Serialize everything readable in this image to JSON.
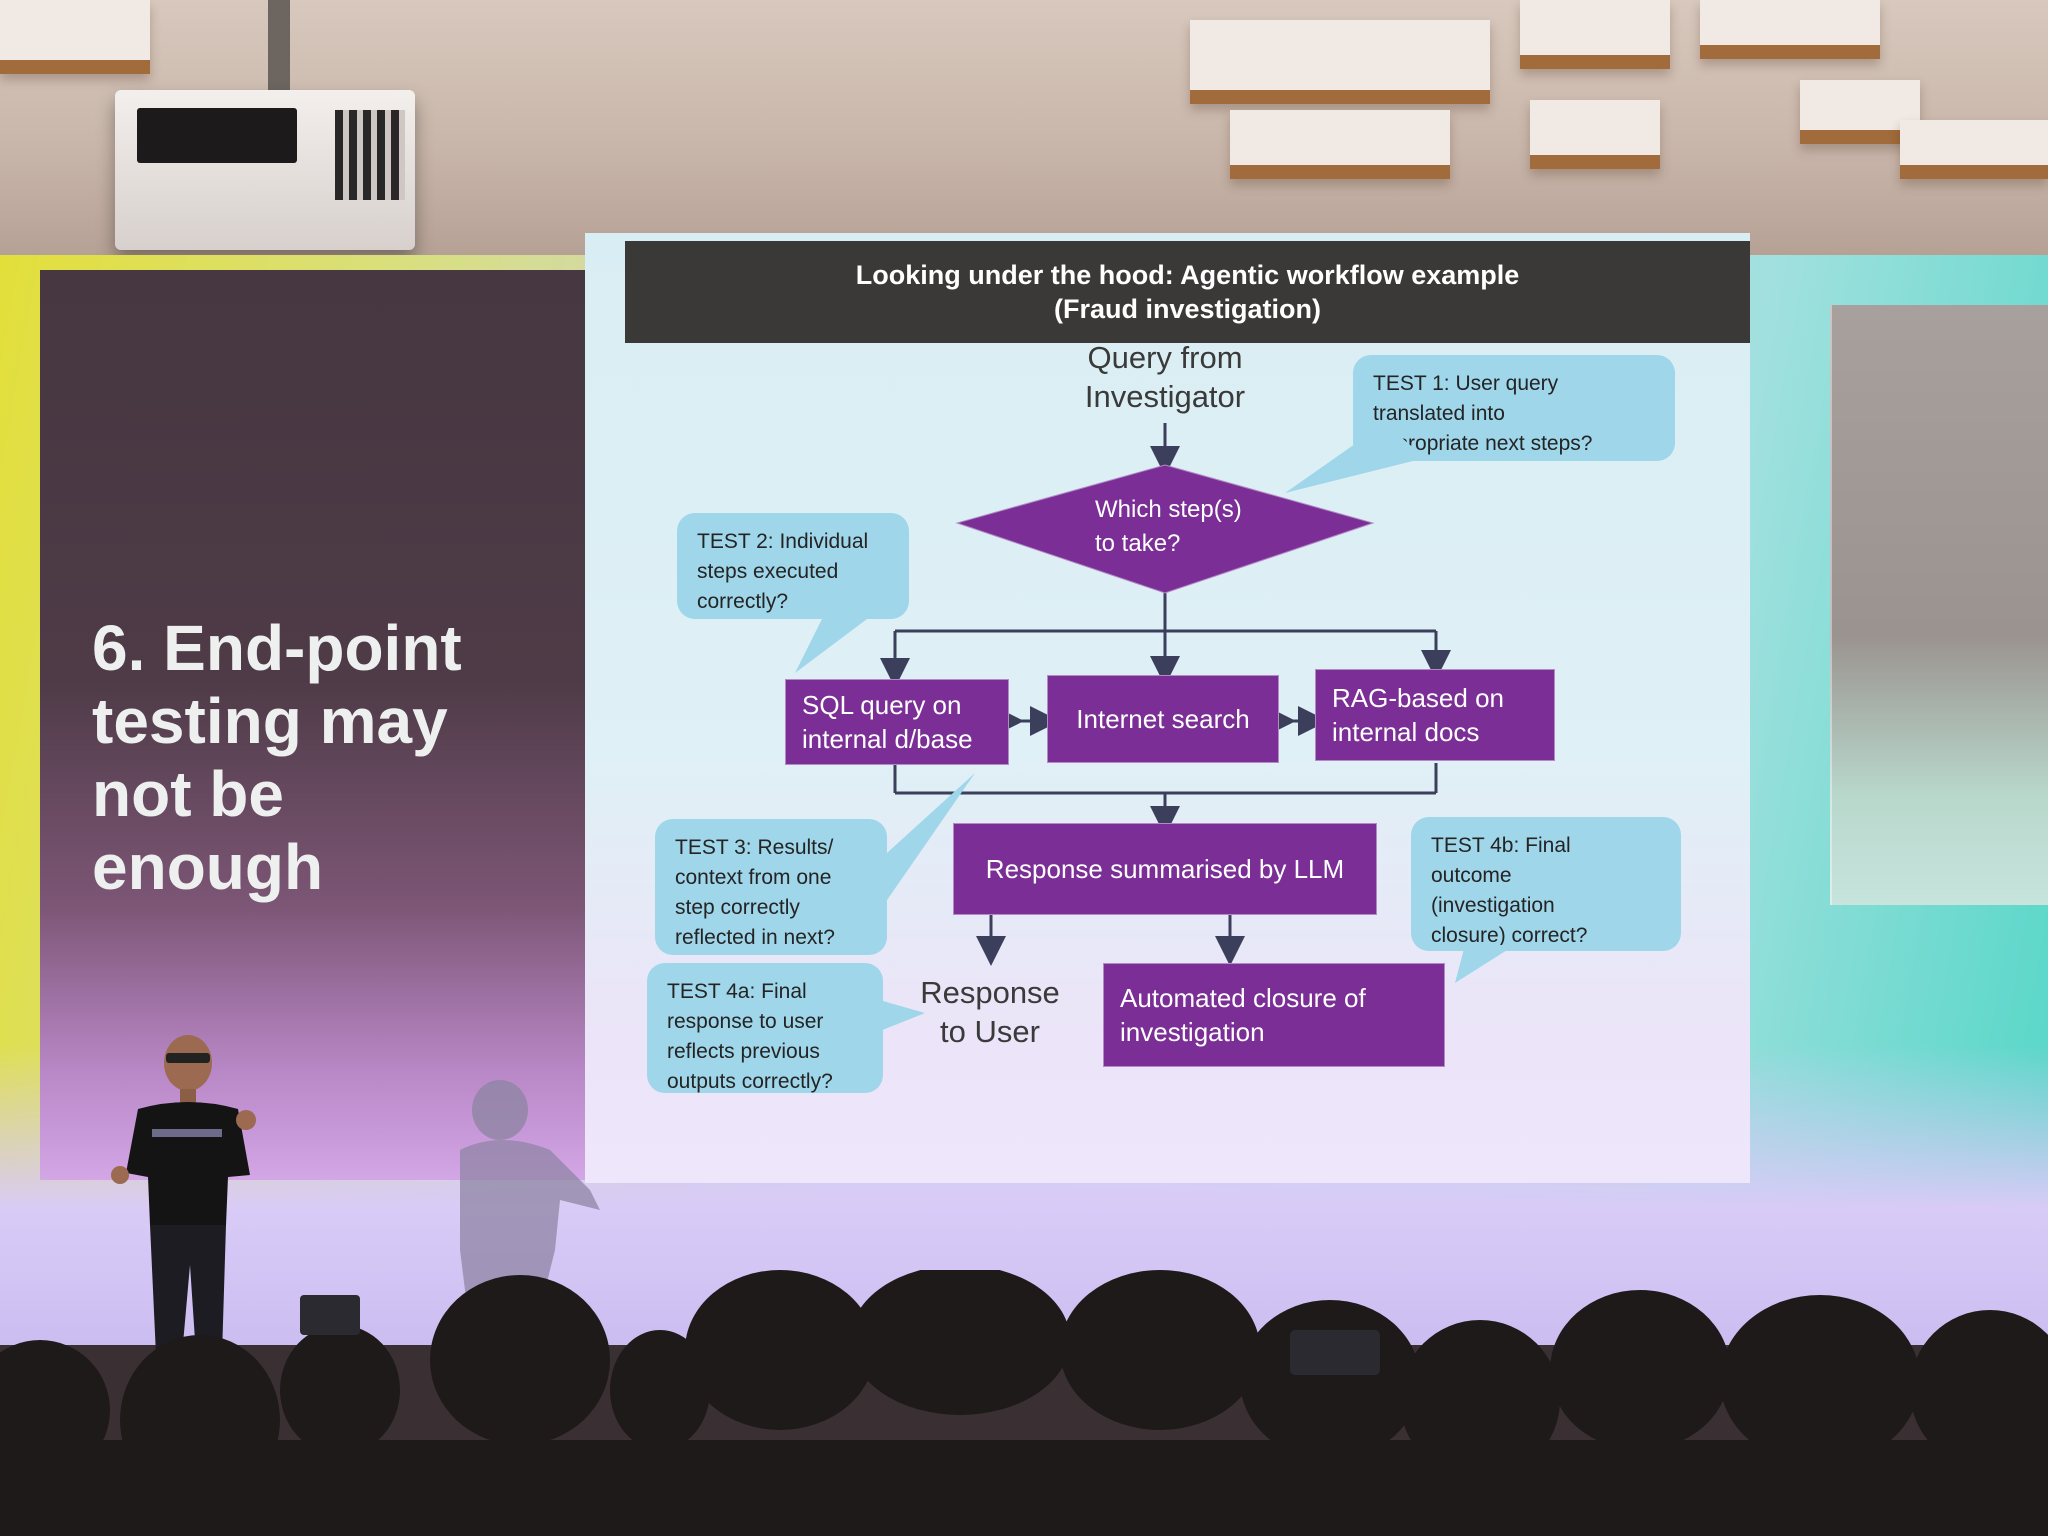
{
  "slide": {
    "title_line1": "Looking under the hood: Agentic workflow example",
    "title_line2": "(Fraud investigation)"
  },
  "side_heading": {
    "line1": "6. End-point",
    "line2": "testing may",
    "line3": "not be",
    "line4": "enough"
  },
  "flow": {
    "start": {
      "line1": "Query from",
      "line2": "Investigator"
    },
    "decision": {
      "line1": "Which step(s)",
      "line2": "to take?"
    },
    "steps": [
      {
        "line1": "SQL query on",
        "line2": "internal d/base"
      },
      {
        "line1": "Internet search",
        "line2": ""
      },
      {
        "line1": "RAG-based on",
        "line2": "internal docs"
      }
    ],
    "summary": "Response summarised by LLM",
    "response": {
      "line1": "Response",
      "line2": "to User"
    },
    "closure": {
      "line1": "Automated closure of",
      "line2": "investigation"
    }
  },
  "tests": {
    "t1": {
      "line1": "TEST 1: User query",
      "line2": "translated into",
      "line3": "appropriate next steps?"
    },
    "t2": {
      "line1": "TEST 2: Individual",
      "line2": "steps executed",
      "line3": "correctly?"
    },
    "t3": {
      "line1": "TEST 3: Results/",
      "line2": "context from one",
      "line3": "step correctly",
      "line4": "reflected in next?"
    },
    "t4a": {
      "line1": "TEST 4a: Final",
      "line2": "response to user",
      "line3": "reflects previous",
      "line4": "outputs correctly?"
    },
    "t4b": {
      "line1": "TEST 4b: Final",
      "line2": "outcome",
      "line3": "(investigation",
      "line4": "closure) correct?"
    }
  },
  "colors": {
    "process_purple": "#7b2f96",
    "bubble_blue": "#9fd6ea",
    "title_bar": "#3b3838"
  }
}
